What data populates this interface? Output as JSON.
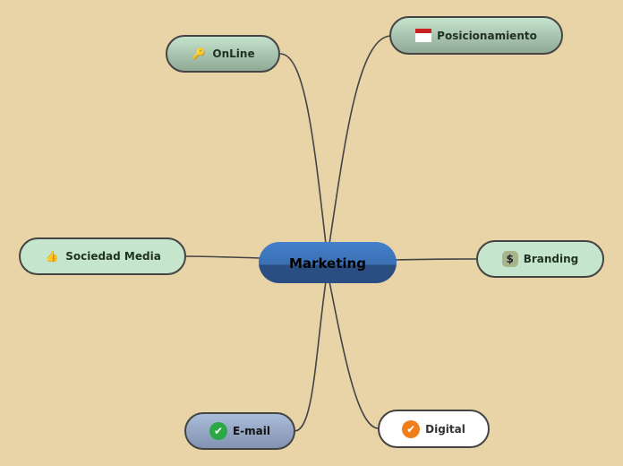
{
  "center": "Marketing",
  "nodes": {
    "online": "OnLine",
    "posicionamiento": "Posicionamiento",
    "sociedad": "Sociedad Media",
    "branding": "Branding",
    "email": "E-mail",
    "digital": "Digital"
  },
  "icons": {
    "online": "key-icon",
    "posicionamiento": "calendar-icon",
    "sociedad": "thumbs-up-icon",
    "branding": "money-bag-icon",
    "email": "check-icon",
    "digital": "check-orange-icon"
  }
}
